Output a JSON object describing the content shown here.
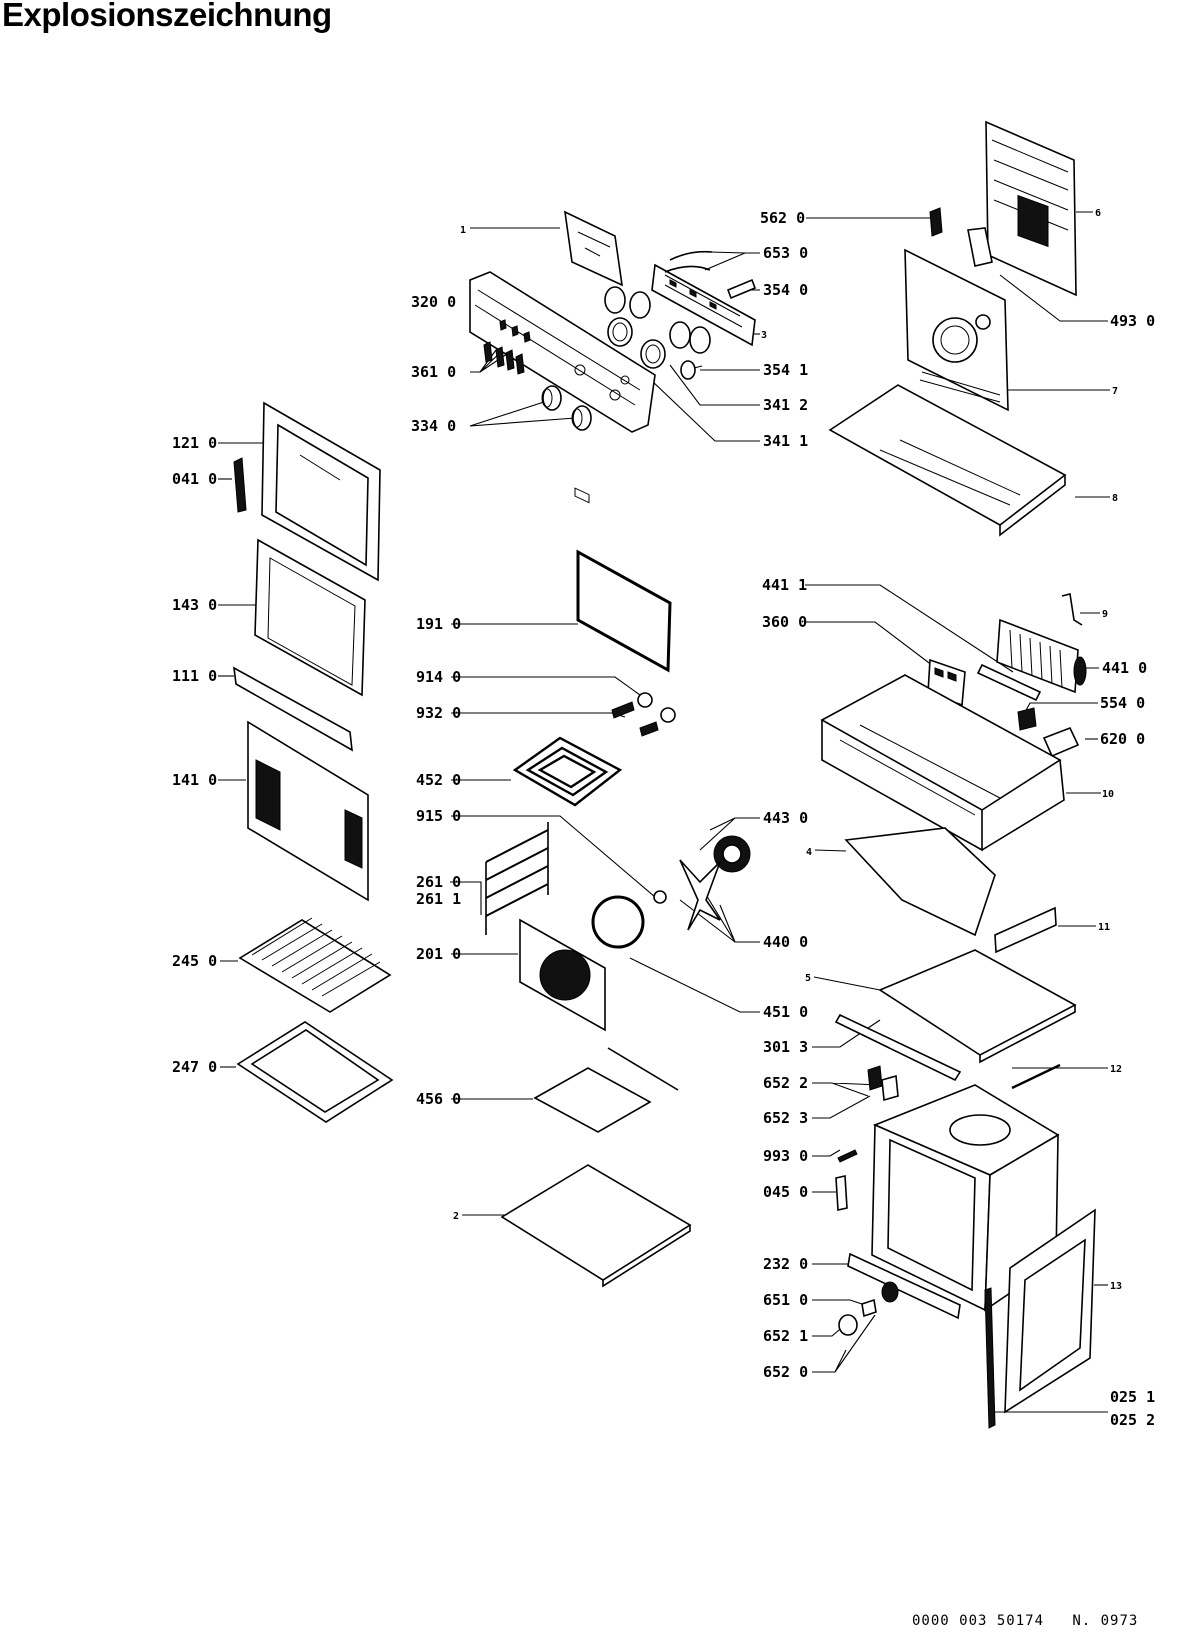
{
  "title": "Explosionszeichnung",
  "footer": {
    "doc_number": "0000 003 50174",
    "revision": "N. 0973"
  },
  "labels": [
    {
      "key": "l1",
      "text": "1"
    },
    {
      "key": "l320",
      "text": "320 0"
    },
    {
      "key": "l361",
      "text": "361 0"
    },
    {
      "key": "l334",
      "text": "334 0"
    },
    {
      "key": "l562",
      "text": "562 0"
    },
    {
      "key": "l653",
      "text": "653 0"
    },
    {
      "key": "l354_0",
      "text": "354 0"
    },
    {
      "key": "l3",
      "text": "3"
    },
    {
      "key": "l354_1",
      "text": "354 1"
    },
    {
      "key": "l341_2",
      "text": "341 2"
    },
    {
      "key": "l341_1",
      "text": "341 1"
    },
    {
      "key": "l6",
      "text": "6"
    },
    {
      "key": "l493",
      "text": "493 0"
    },
    {
      "key": "l7",
      "text": "7"
    },
    {
      "key": "l8",
      "text": "8"
    },
    {
      "key": "l121",
      "text": "121 0"
    },
    {
      "key": "l041",
      "text": "041 0"
    },
    {
      "key": "l143",
      "text": "143 0"
    },
    {
      "key": "l111",
      "text": "111 0"
    },
    {
      "key": "l141",
      "text": "141 0"
    },
    {
      "key": "l245",
      "text": "245 0"
    },
    {
      "key": "l247",
      "text": "247 0"
    },
    {
      "key": "l191",
      "text": "191 0"
    },
    {
      "key": "l914",
      "text": "914 0"
    },
    {
      "key": "l932",
      "text": "932 0"
    },
    {
      "key": "l452",
      "text": "452 0"
    },
    {
      "key": "l915",
      "text": "915 0"
    },
    {
      "key": "l261_0",
      "text": "261 0"
    },
    {
      "key": "l261_1",
      "text": "261 1"
    },
    {
      "key": "l201",
      "text": "201 0"
    },
    {
      "key": "l456",
      "text": "456 0"
    },
    {
      "key": "l2",
      "text": "2"
    },
    {
      "key": "l441_1",
      "text": "441 1"
    },
    {
      "key": "l360",
      "text": "360 0"
    },
    {
      "key": "l9",
      "text": "9"
    },
    {
      "key": "l441_0",
      "text": "441 0"
    },
    {
      "key": "l554",
      "text": "554 0"
    },
    {
      "key": "l620",
      "text": "620 0"
    },
    {
      "key": "l10",
      "text": "10"
    },
    {
      "key": "l443",
      "text": "443 0"
    },
    {
      "key": "l4",
      "text": "4"
    },
    {
      "key": "l440",
      "text": "440 0"
    },
    {
      "key": "l11",
      "text": "11"
    },
    {
      "key": "l451",
      "text": "451 0"
    },
    {
      "key": "l5",
      "text": "5"
    },
    {
      "key": "l301",
      "text": "301 3"
    },
    {
      "key": "l12",
      "text": "12"
    },
    {
      "key": "l652_2",
      "text": "652 2"
    },
    {
      "key": "l652_3",
      "text": "652 3"
    },
    {
      "key": "l993",
      "text": "993 0"
    },
    {
      "key": "l045",
      "text": "045 0"
    },
    {
      "key": "l232",
      "text": "232 0"
    },
    {
      "key": "l13",
      "text": "13"
    },
    {
      "key": "l651",
      "text": "651 0"
    },
    {
      "key": "l652_1",
      "text": "652 1"
    },
    {
      "key": "l652_0",
      "text": "652 0"
    },
    {
      "key": "l025_1",
      "text": "025 1"
    },
    {
      "key": "l025_2",
      "text": "025 2"
    }
  ]
}
